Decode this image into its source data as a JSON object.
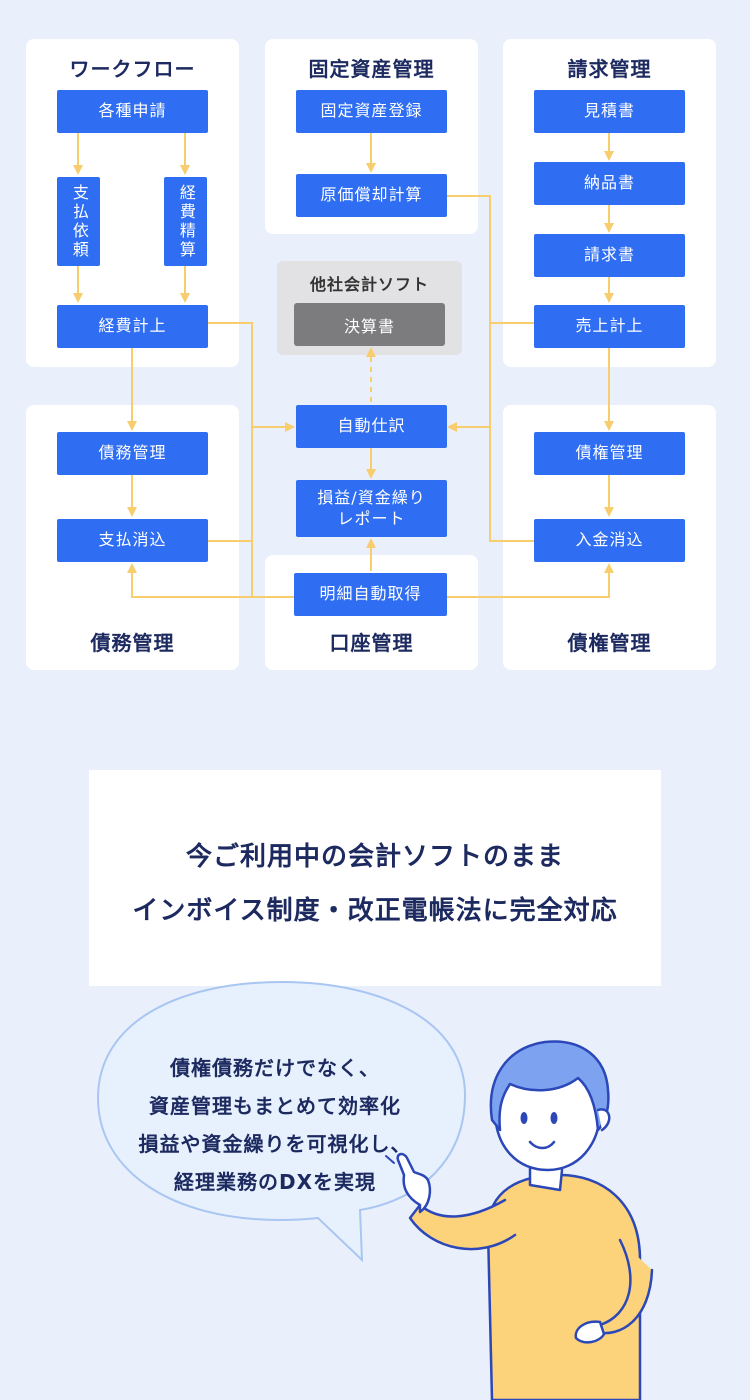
{
  "panels": {
    "workflow": {
      "title": "ワークフロー"
    },
    "fixed_assets": {
      "title": "固定資産管理"
    },
    "billing": {
      "title": "請求管理"
    },
    "payables": {
      "title": "債務管理"
    },
    "bank": {
      "title": "口座管理"
    },
    "receivables": {
      "title": "債権管理"
    }
  },
  "boxes": {
    "various_requests": "各種申請",
    "payment_request": "支払依頼",
    "expense_settlement": "経費精算",
    "expense_posting": "経費計上",
    "asset_registration": "固定資産登録",
    "depreciation": "原価償却計算",
    "estimate": "見積書",
    "delivery_note": "納品書",
    "invoice": "請求書",
    "sales_posting": "売上計上",
    "debt_management": "債務管理",
    "payment_clearing": "支払消込",
    "auto_journal": "自動仕訳",
    "pl_cashflow_report": "損益/資金繰り\nレポート",
    "statement_fetch": "明細自動取得",
    "credit_management": "債権管理",
    "deposit_clearing": "入金消込"
  },
  "other_software": {
    "title": "他社会計ソフト",
    "box": "決算書"
  },
  "message": {
    "line1": "今ご利用中の会計ソフトのまま",
    "line2": "インボイス制度・改正電帳法に完全対応"
  },
  "bubble": {
    "line1": "債権債務だけでなく、",
    "line2": "資産管理もまとめて効率化",
    "line3": "損益や資金繰りを可視化し、",
    "line4": "経理業務のDXを実現"
  },
  "colors": {
    "accent_blue": "#2f6ef2",
    "arrow_yellow": "#f8cd6e",
    "navy_text": "#1d2a60",
    "background": "#e9f0fb"
  }
}
